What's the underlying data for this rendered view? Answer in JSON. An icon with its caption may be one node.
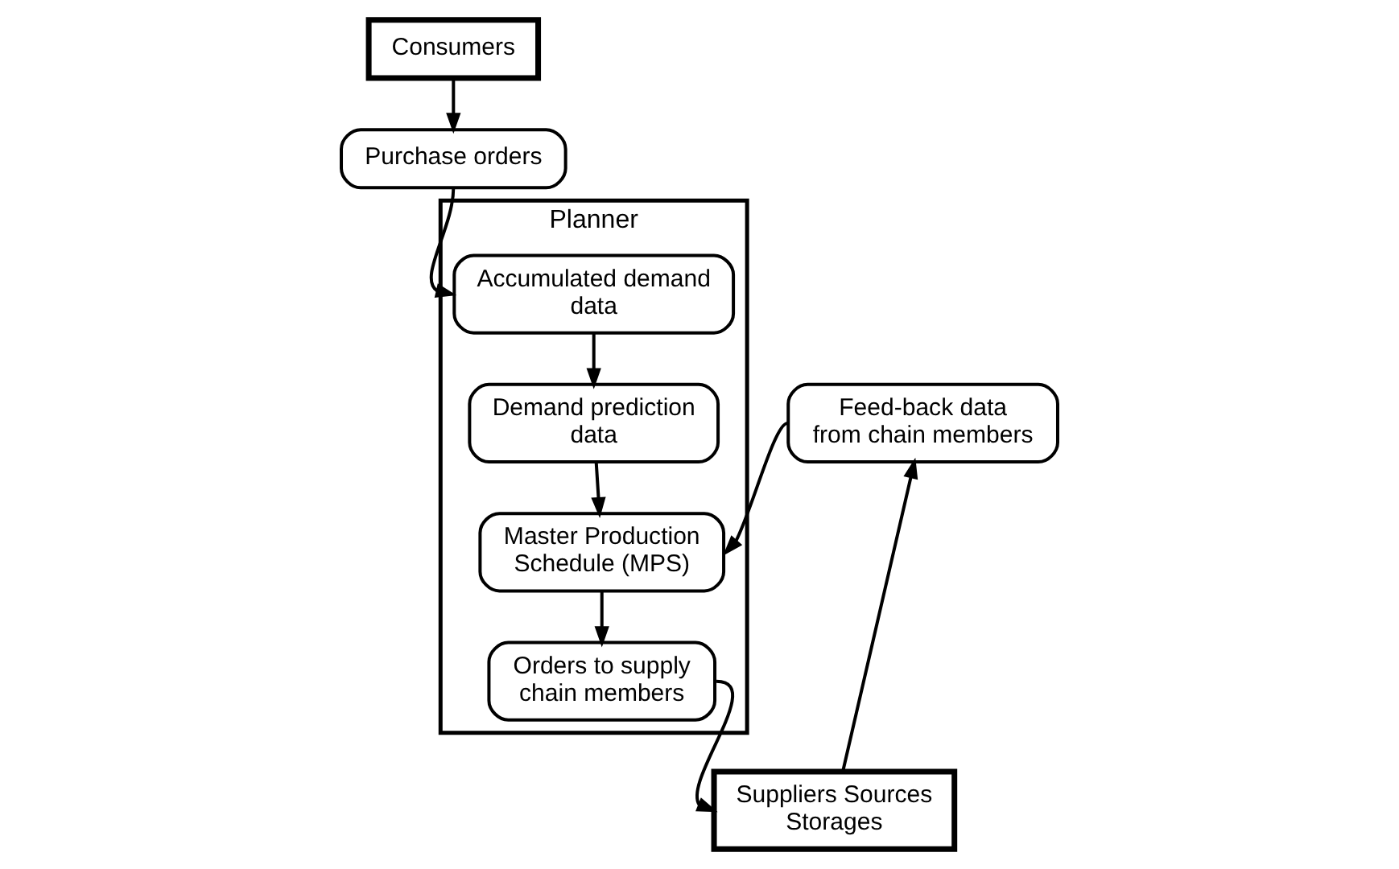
{
  "diagram": {
    "nodes": [
      {
        "text": [
          "Consumers"
        ]
      },
      {
        "text": [
          "Purchase orders"
        ]
      },
      {
        "text": [
          "Planner"
        ]
      },
      {
        "text": [
          "Accumulated demand data"
        ],
        "in": 2
      },
      {
        "text": [
          "Demand prediction data"
        ],
        "in": 2
      },
      {
        "text": [
          "Master Production Schedule (MPS)"
        ],
        "in": 2
      },
      {
        "text": [
          "Orders to supply chain members"
        ],
        "in": 2
      },
      {
        "text": [
          "Feed-back data from chain members"
        ]
      },
      {
        "text": [
          "Suppliers Sources Storages"
        ]
      }
    ],
    "edges": [
      {
        "from": 0,
        "to": 1,
        "arrow": "to"
      },
      {
        "from": 1,
        "to": 3,
        "arrow": "to"
      },
      {
        "from": 3,
        "to": 4,
        "arrow": "to"
      },
      {
        "from": 4,
        "to": 5,
        "arrow": "to"
      },
      {
        "from": 5,
        "to": 6,
        "arrow": "to"
      },
      {
        "from": 6,
        "to": 8,
        "arrow": "to"
      },
      {
        "from": 8,
        "to": 7,
        "arrow": "to"
      },
      {
        "from": 7,
        "to": 5,
        "arrow": "to"
      }
    ]
  }
}
